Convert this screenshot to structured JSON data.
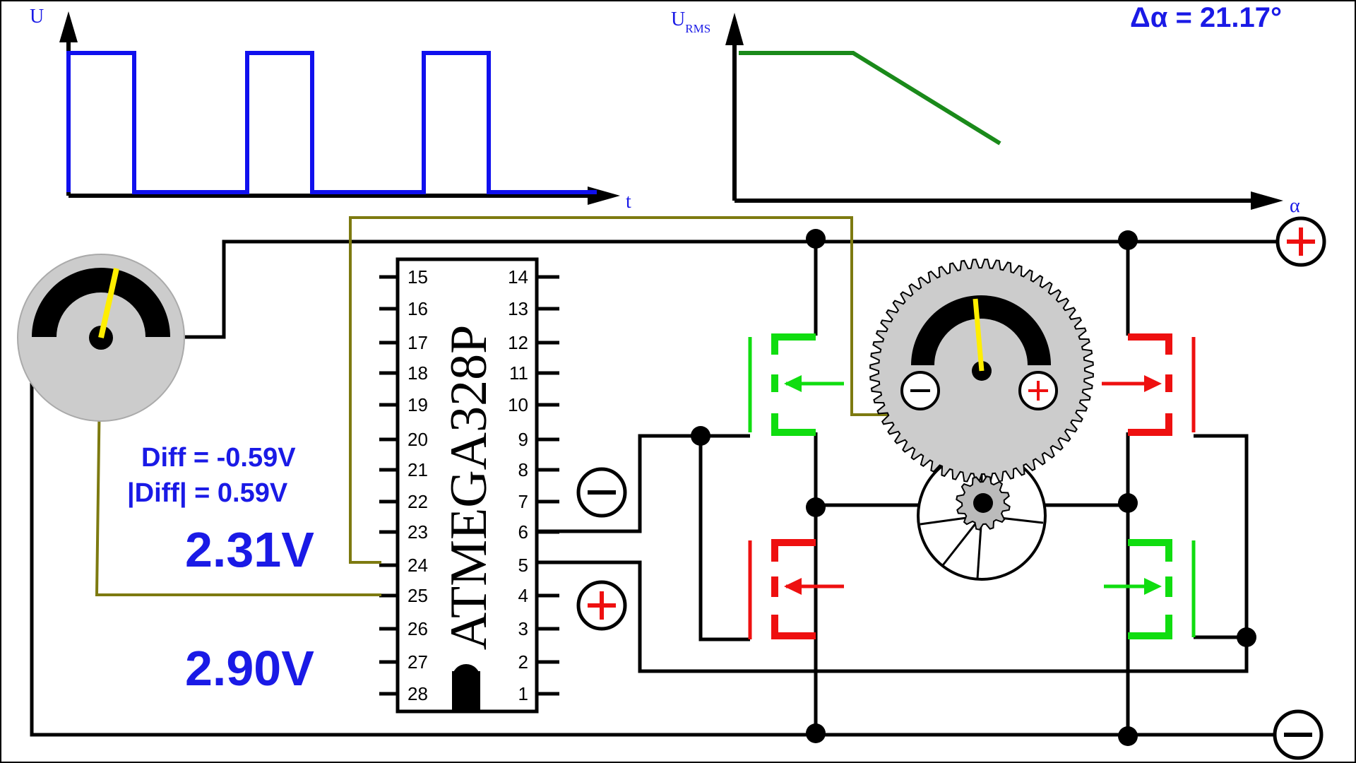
{
  "colors": {
    "pwm": "#1010ee",
    "rms": "#1a8a1a",
    "pot_wire": "#7d7a10",
    "green": "#10dd10",
    "red": "#ee1010",
    "needle": "#ffee00",
    "text_blue": "#1a1ae6"
  },
  "pwm_graph": {
    "y_label": "U",
    "x_label": "t"
  },
  "rms_graph": {
    "y_label": "U",
    "y_label_sub": "RMS",
    "x_label": "α"
  },
  "delta_alpha": "Δα = 21.17°",
  "readings": {
    "diff": "Diff = -0.59V",
    "abs_diff": "|Diff| = 0.59V",
    "voltage_1": "2.31V",
    "voltage_2": "2.90V"
  },
  "chip": {
    "name": "ATMEGA328P",
    "left_pins": [
      "15",
      "16",
      "17",
      "18",
      "19",
      "20",
      "21",
      "22",
      "23",
      "24",
      "25",
      "26",
      "27",
      "28"
    ],
    "right_pins": [
      "14",
      "13",
      "12",
      "11",
      "10",
      "9",
      "8",
      "7",
      "6",
      "5",
      "4",
      "3",
      "2",
      "1"
    ]
  },
  "terminals": {
    "plus": "+",
    "minus": "−"
  },
  "icons": [
    "potentiometer-icon",
    "motor-gear-icon",
    "mosfet-icon",
    "plus-terminal-icon",
    "minus-terminal-icon"
  ]
}
